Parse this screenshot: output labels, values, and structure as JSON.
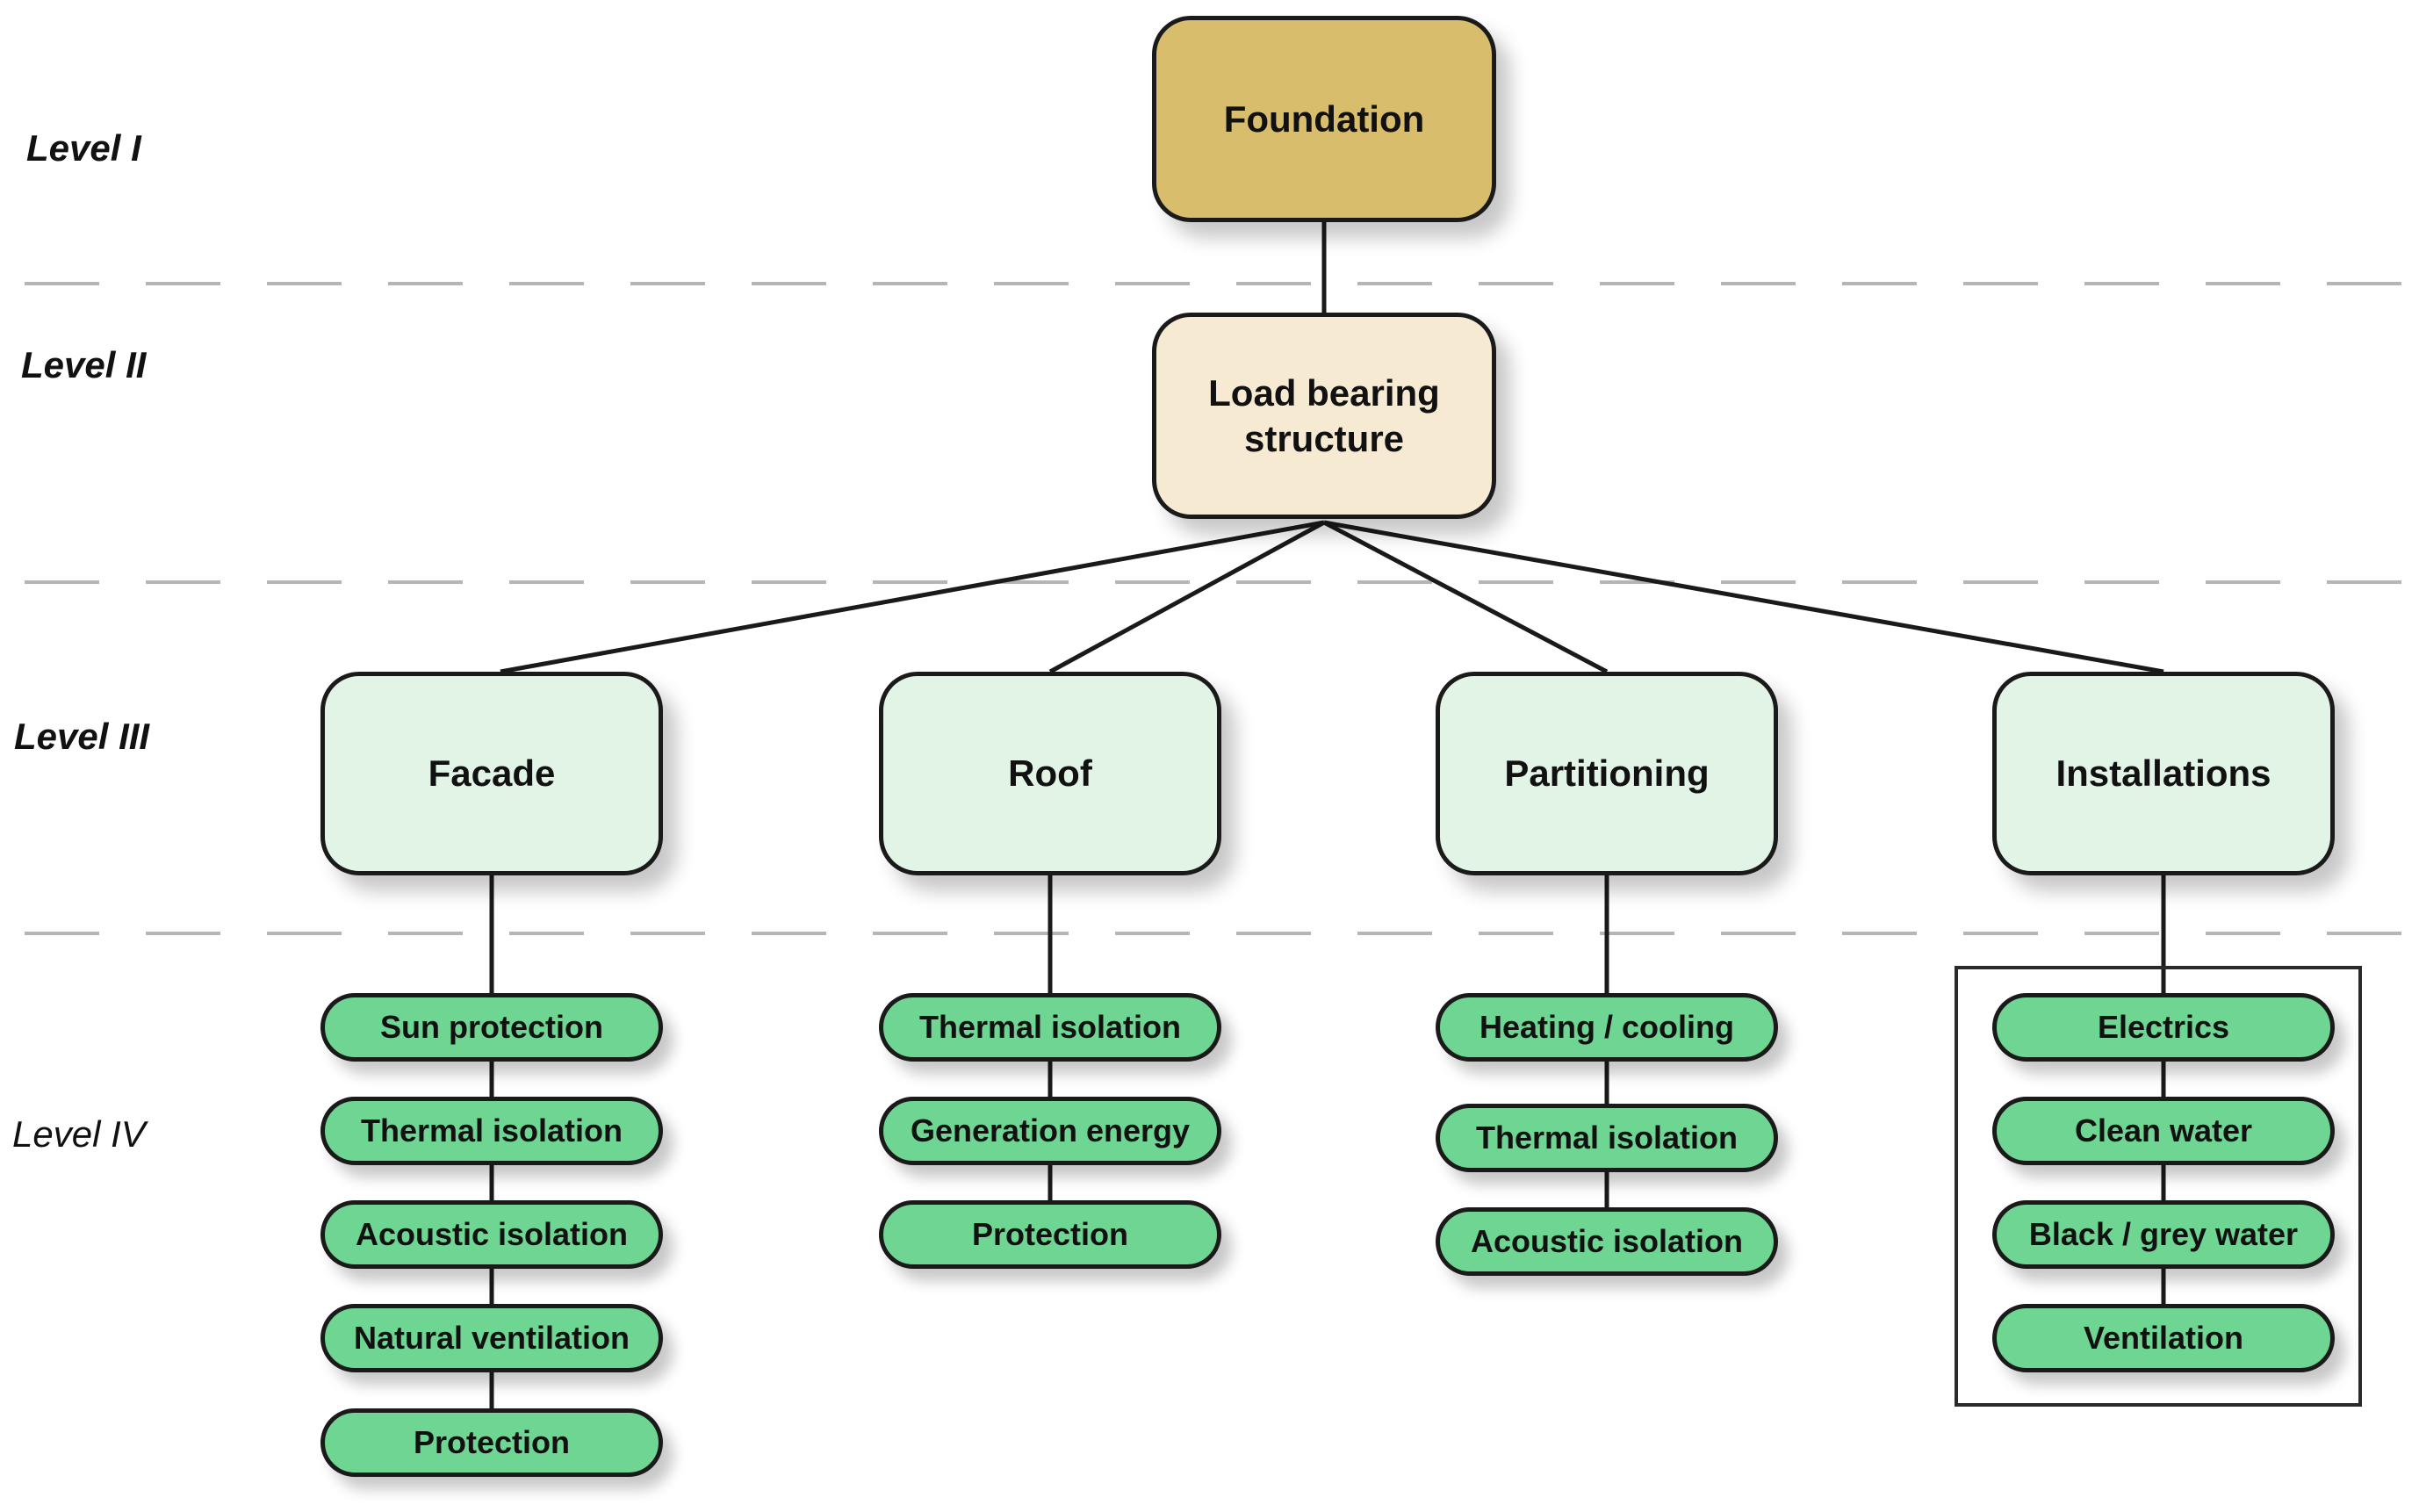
{
  "levels": [
    "Level I",
    "Level II",
    "Level III",
    "Level IV"
  ],
  "colors": {
    "foundation": "#d8bd6c",
    "load_bearing": "#f7ead3",
    "level3": "#e2f4e6",
    "level4": "#6ed592"
  },
  "foundation": {
    "label": "Foundation"
  },
  "load_bearing": {
    "label": "Load bearing structure"
  },
  "groups": [
    {
      "label": "Facade",
      "items": [
        "Sun protection",
        "Thermal isolation",
        "Acoustic isolation",
        "Natural ventilation",
        "Protection"
      ]
    },
    {
      "label": "Roof",
      "items": [
        "Thermal isolation",
        "Generation energy",
        "Protection"
      ]
    },
    {
      "label": "Partitioning",
      "items": [
        "Heating / cooling",
        "Thermal isolation",
        "Acoustic isolation"
      ]
    },
    {
      "label": "Installations",
      "items": [
        "Electrics",
        "Clean water",
        "Black / grey water",
        "Ventilation"
      ]
    }
  ]
}
